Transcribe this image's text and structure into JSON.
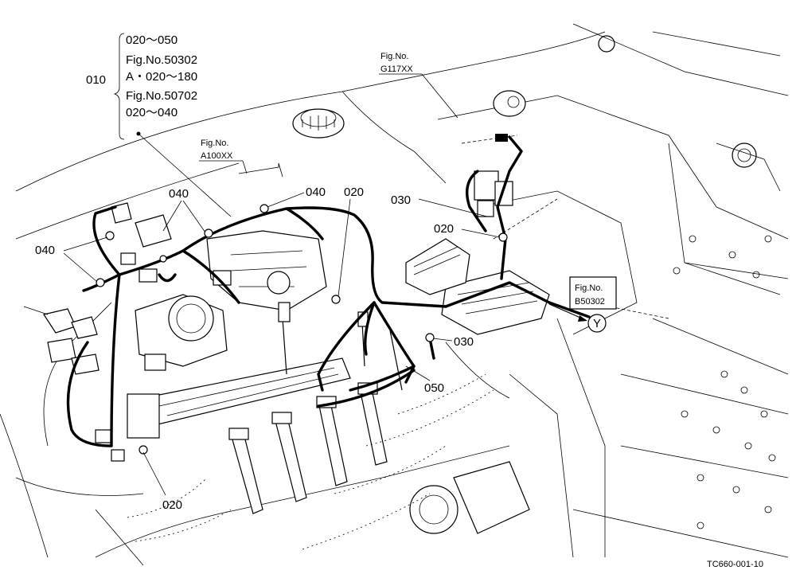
{
  "callout_group": {
    "label": "010",
    "lines": [
      "020～050",
      "Fig.No.50302",
      "A・020～180",
      "Fig.No.50702",
      "020～040"
    ]
  },
  "references": {
    "ref_a100": {
      "title": "Fig.No.",
      "code": "A100XX"
    },
    "ref_g117": {
      "title": "Fig.No.",
      "code": "G117XX"
    },
    "ref_b503": {
      "title": "Fig.No.",
      "code": "B50302"
    }
  },
  "part_labels": {
    "p040_top": "040",
    "p040_mid": "040",
    "p040_left": "040",
    "p020_top": "020",
    "p030_top": "030",
    "p020_right": "020",
    "p030_bottom": "030",
    "p050": "050",
    "p020_bottom": "020"
  },
  "connector_marker": "Y",
  "drawing_number": "TC660-001-10"
}
